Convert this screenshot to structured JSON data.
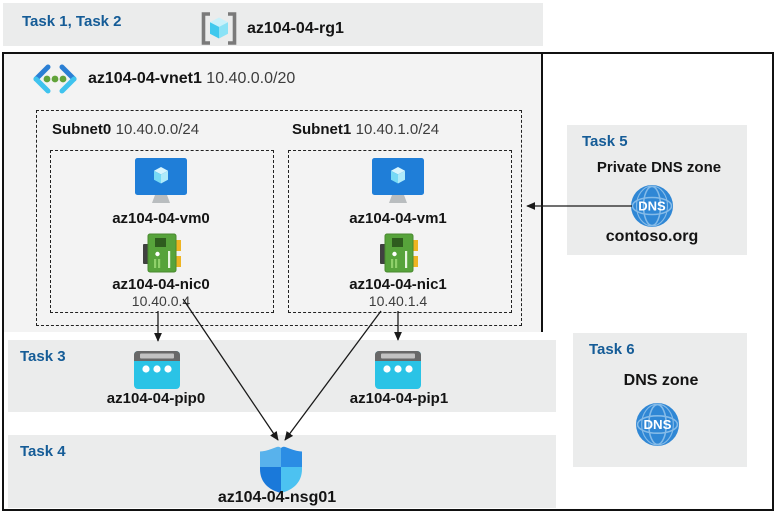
{
  "colors": {
    "task_label": "#155c97",
    "panel_bg": "#ebecec",
    "vnet_bg": "#f3f3f3",
    "vm_blue": "#1f7ed8",
    "nic_green": "#57a33b",
    "pip_cyan": "#2ac3e6",
    "dns_blue": "#2f87d5",
    "nsg_quadrants": [
      "#58b2ec",
      "#2b8de4",
      "#1a79da",
      "#4cc2f1"
    ],
    "arrow": "#1a1a1a"
  },
  "header": {
    "tasks_label": "Task 1, Task 2",
    "resource_group_name": "az104-04-rg1"
  },
  "vnet": {
    "name": "az104-04-vnet1",
    "cidr": "10.40.0.0/20",
    "subnets": [
      {
        "name": "Subnet0",
        "cidr": "10.40.0.0/24",
        "vm_name": "az104-04-vm0",
        "nic_name": "az104-04-nic0",
        "nic_ip": "10.40.0.4"
      },
      {
        "name": "Subnet1",
        "cidr": "10.40.1.0/24",
        "vm_name": "az104-04-vm1",
        "nic_name": "az104-04-nic1",
        "nic_ip": "10.40.1.4"
      }
    ]
  },
  "task3": {
    "label": "Task 3",
    "pip0_name": "az104-04-pip0",
    "pip1_name": "az104-04-pip1"
  },
  "task4": {
    "label": "Task 4",
    "nsg_name": "az104-04-nsg01"
  },
  "task5": {
    "label": "Task 5",
    "title": "Private DNS zone",
    "zone_name": "contoso.org"
  },
  "task6": {
    "label": "Task 6",
    "title": "DNS zone"
  },
  "icons": [
    "resource-group-icon",
    "virtual-network-icon",
    "vm-icon",
    "nic-icon",
    "public-ip-icon",
    "private-dns-zone-icon",
    "dns-zone-icon",
    "nsg-shield-icon"
  ]
}
